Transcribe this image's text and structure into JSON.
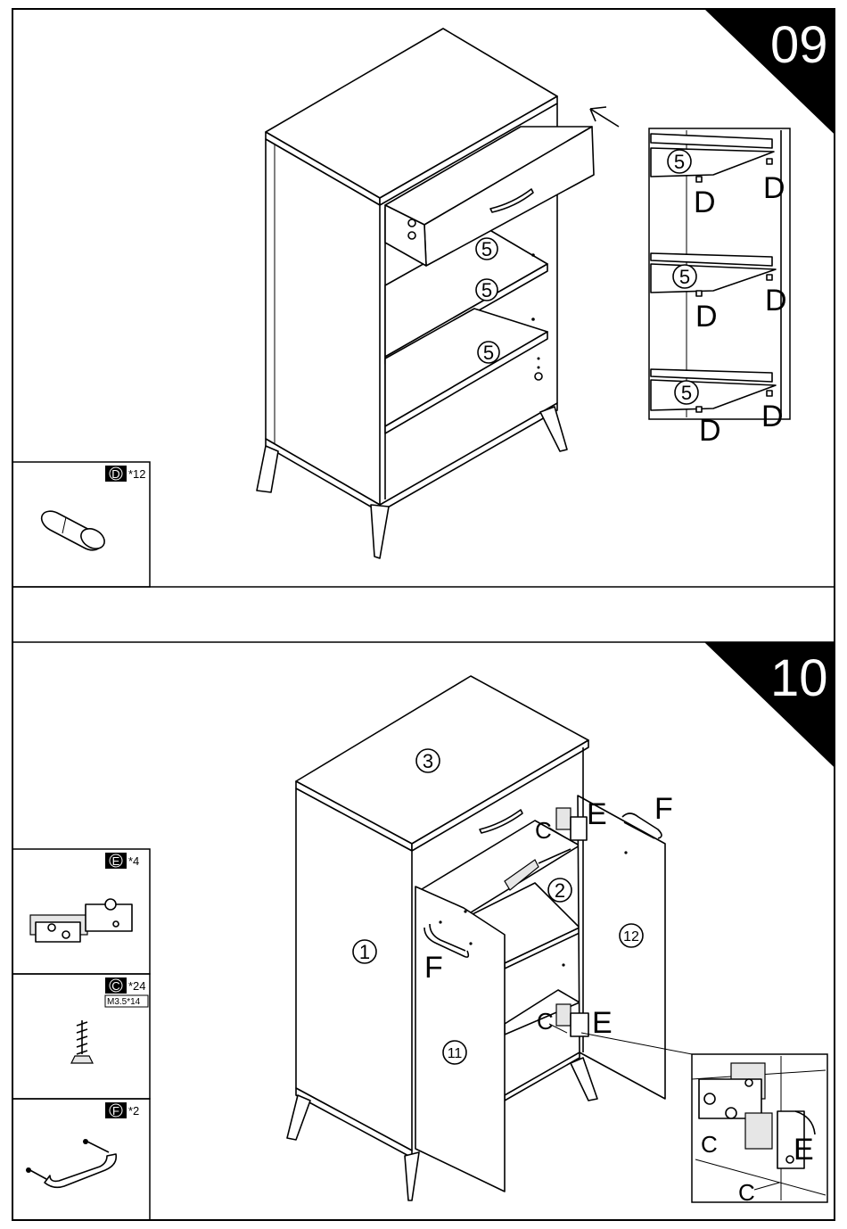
{
  "step09": {
    "number": "09",
    "callouts": {
      "shelf_a": "5",
      "shelf_b": "5",
      "shelf_c": "5"
    },
    "detail": {
      "shelf_labels": [
        "5",
        "5",
        "5"
      ],
      "pin_labels": [
        "D",
        "D",
        "D",
        "D",
        "D",
        "D"
      ]
    },
    "part": {
      "letter": "D",
      "qty": "*12"
    }
  },
  "step10": {
    "number": "10",
    "callouts": {
      "top": "3",
      "left_side": "1",
      "shelf": "2",
      "right_door": "12",
      "left_door": "11",
      "hinge_top": "E",
      "hinge_bottom": "E",
      "screw_top": "C",
      "screw_bottom": "C",
      "handle_left": "F",
      "handle_right": "F"
    },
    "detail": {
      "screw_a": "C",
      "screw_b": "C",
      "hinge": "E"
    },
    "parts": [
      {
        "letter": "E",
        "qty": "*4",
        "spec": ""
      },
      {
        "letter": "C",
        "qty": "*24",
        "spec": "M3.5*14"
      },
      {
        "letter": "F",
        "qty": "*2",
        "spec": ""
      }
    ]
  }
}
